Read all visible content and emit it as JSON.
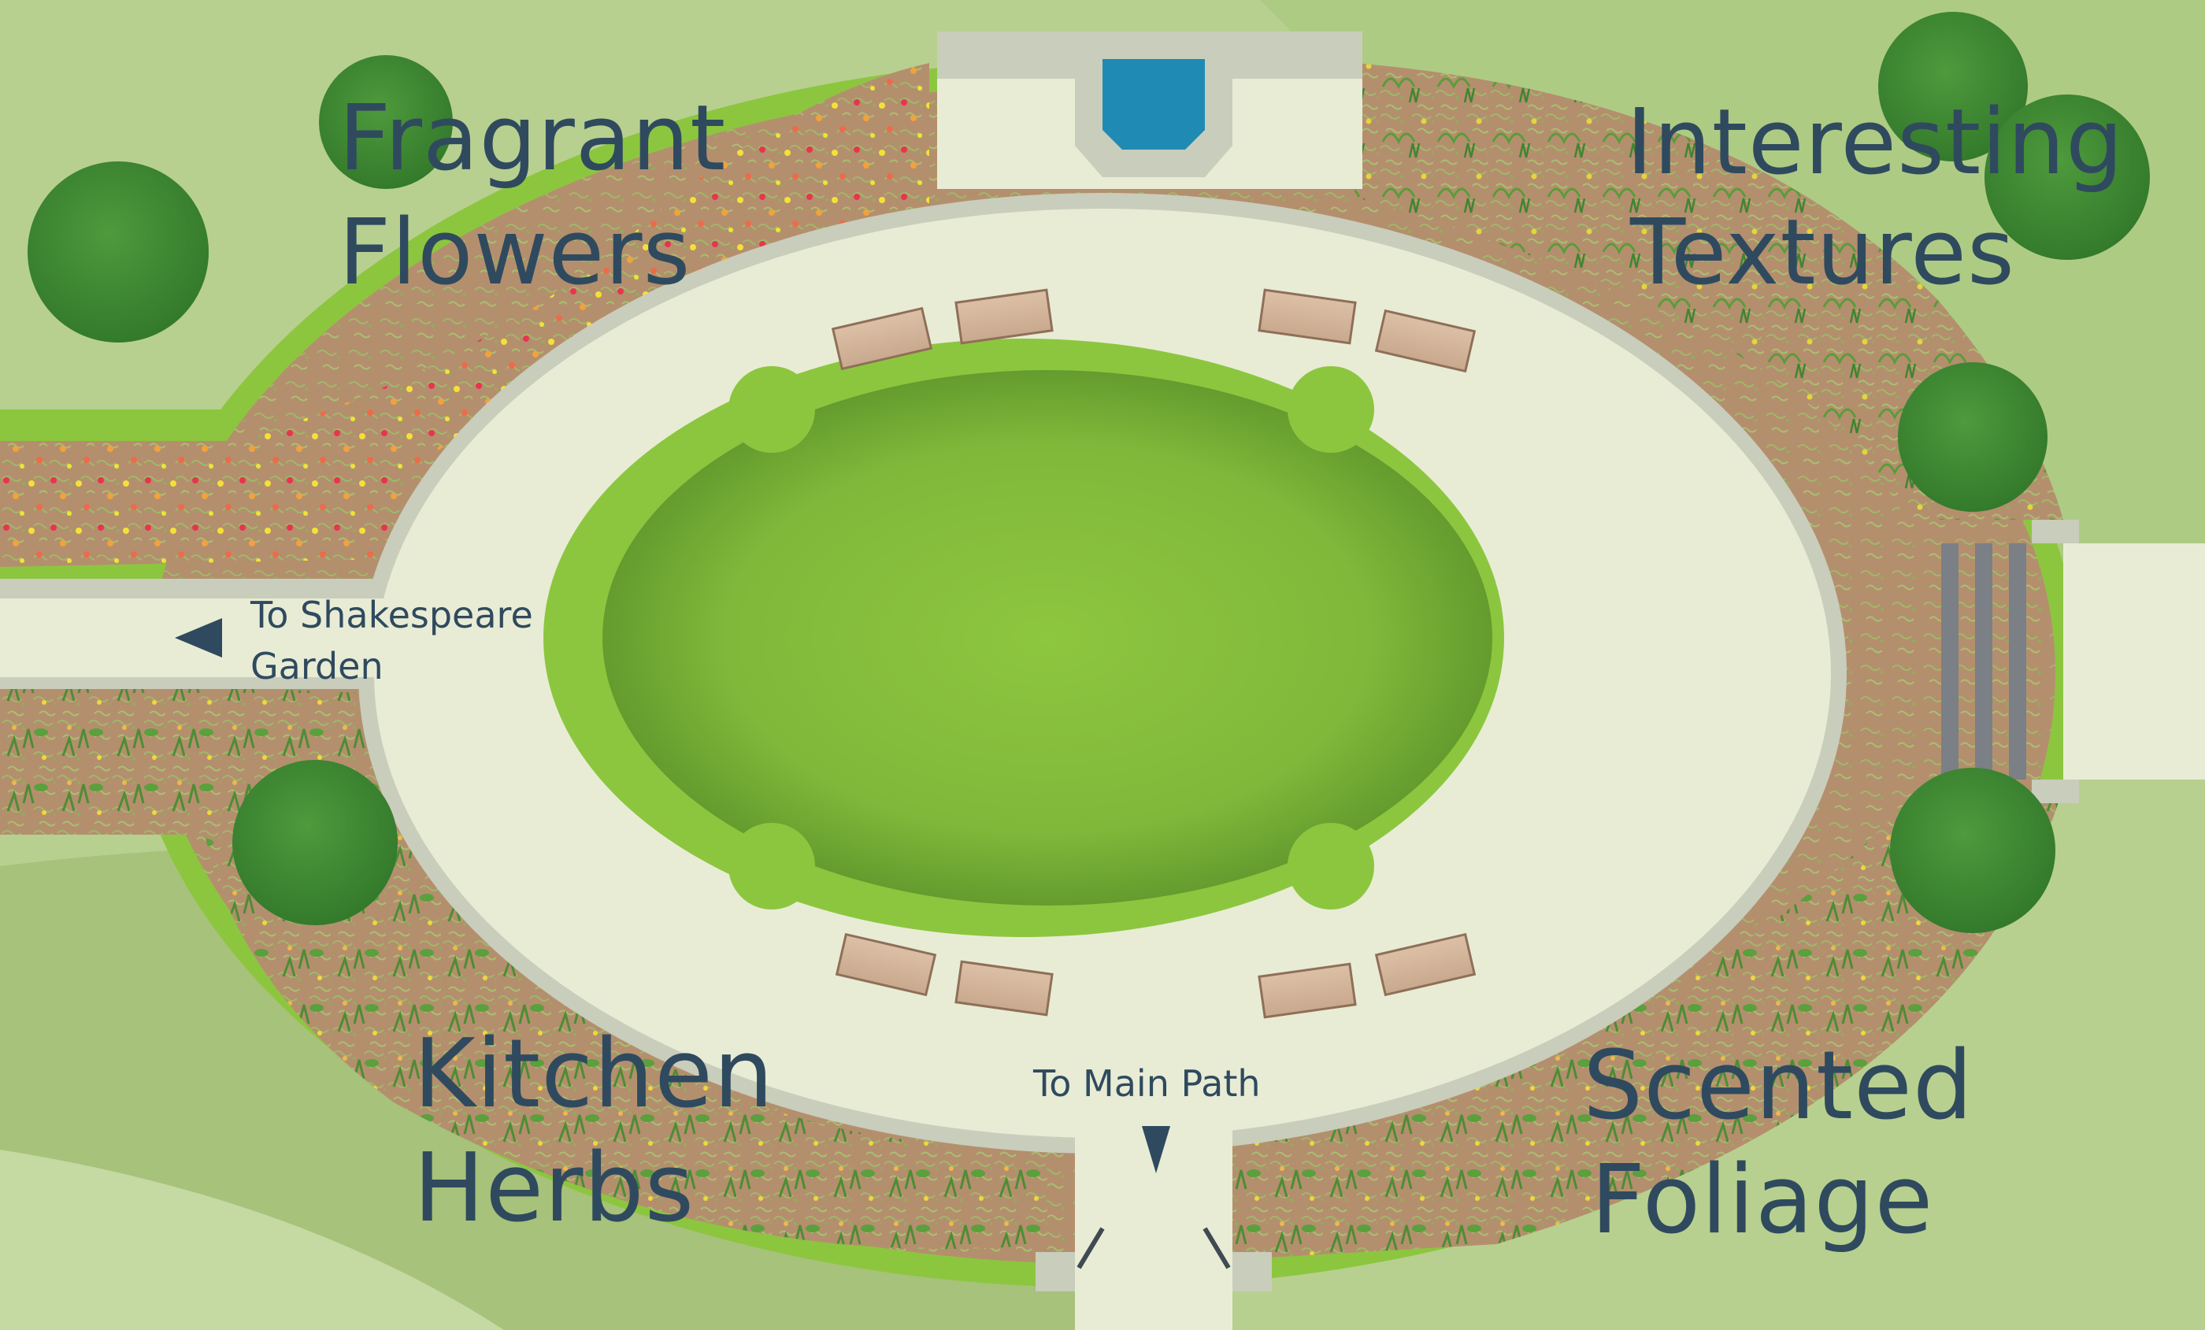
{
  "beds": {
    "fragrant_flowers": [
      "Fragrant",
      "Flowers"
    ],
    "interesting_textures": [
      "Interesting",
      "Textures"
    ],
    "kitchen_herbs": [
      "Kitchen",
      "Herbs"
    ],
    "scented_foliage": [
      "Scented",
      "Foliage"
    ]
  },
  "directions": {
    "shakespeare": [
      "To Shakespeare",
      "Garden"
    ],
    "main_path": "To Main Path"
  },
  "colors": {
    "grass_light": "#b7d08f",
    "grass_mid": "#a5c276",
    "path": "#e8ecd5",
    "wall": "#c9cdbb",
    "soil": "#b99474",
    "hedge": "#8cc63f",
    "lawn_center": "#8cc63f",
    "lawn_edge": "#5f9a2c",
    "tree": "#3f8a36",
    "fountain_water": "#1f8bb5",
    "bench": "#d5b59a",
    "label_text": "#2f4a5e"
  },
  "icons": {
    "shakespeare_arrow": "triangle-left-icon",
    "main_path_arrow": "triangle-down-icon"
  }
}
